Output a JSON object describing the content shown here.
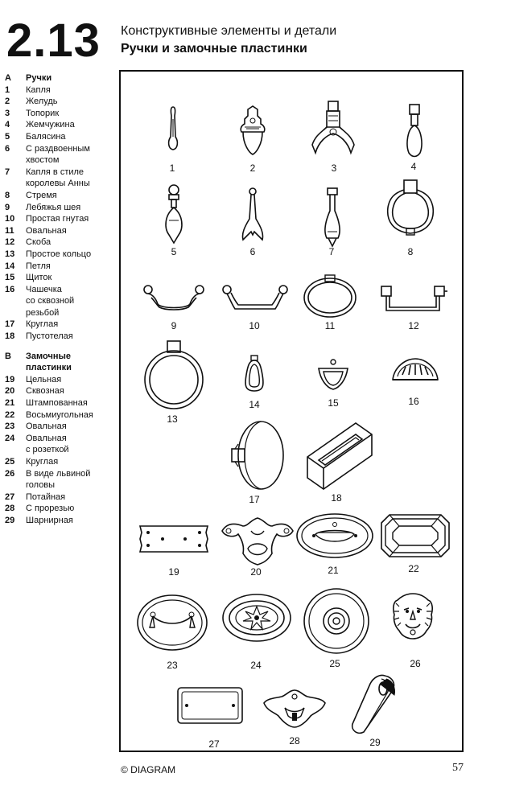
{
  "header": {
    "section_number": "2.13",
    "line1": "Конструктивные элементы и детали",
    "line2": "Ручки и замочные пластинки"
  },
  "legend": {
    "group_a": {
      "letter": "А",
      "title": "Ручки",
      "items": [
        {
          "num": "1",
          "label": "Капля"
        },
        {
          "num": "2",
          "label": "Желудь"
        },
        {
          "num": "3",
          "label": "Топорик"
        },
        {
          "num": "4",
          "label": "Жемчужина"
        },
        {
          "num": "5",
          "label": "Балясина"
        },
        {
          "num": "6",
          "label": "С раздвоенным"
        },
        {
          "num": "",
          "label": "хвостом"
        },
        {
          "num": "7",
          "label": "Капля в стиле"
        },
        {
          "num": "",
          "label": "королевы Анны"
        },
        {
          "num": "8",
          "label": "Стремя"
        },
        {
          "num": "9",
          "label": "Лебяжья шея"
        },
        {
          "num": "10",
          "label": "Простая гнутая"
        },
        {
          "num": "11",
          "label": "Овальная"
        },
        {
          "num": "12",
          "label": "Скоба"
        },
        {
          "num": "13",
          "label": "Простое кольцо"
        },
        {
          "num": "14",
          "label": "Петля"
        },
        {
          "num": "15",
          "label": "Щиток"
        },
        {
          "num": "16",
          "label": "Чашечка"
        },
        {
          "num": "",
          "label": "со сквозной"
        },
        {
          "num": "",
          "label": "резьбой"
        },
        {
          "num": "17",
          "label": "Круглая"
        },
        {
          "num": "18",
          "label": "Пустотелая"
        }
      ]
    },
    "group_b": {
      "letter": "В",
      "title_line1": "Замочные",
      "title_line2": "пластинки",
      "items": [
        {
          "num": "19",
          "label": "Цельная"
        },
        {
          "num": "20",
          "label": "Сквозная"
        },
        {
          "num": "21",
          "label": "Штампованная"
        },
        {
          "num": "22",
          "label": "Восьмиугольная"
        },
        {
          "num": "23",
          "label": "Овальная"
        },
        {
          "num": "24",
          "label": "Овальная"
        },
        {
          "num": "",
          "label": "с розеткой"
        },
        {
          "num": "25",
          "label": "Круглая"
        },
        {
          "num": "26",
          "label": "В виде львиной"
        },
        {
          "num": "",
          "label": "головы"
        },
        {
          "num": "27",
          "label": "Потайная"
        },
        {
          "num": "28",
          "label": "С прорезью"
        },
        {
          "num": "29",
          "label": "Шарнирная"
        }
      ]
    }
  },
  "figures": [
    "1",
    "2",
    "3",
    "4",
    "5",
    "6",
    "7",
    "8",
    "9",
    "10",
    "11",
    "12",
    "13",
    "14",
    "15",
    "16",
    "17",
    "18",
    "19",
    "20",
    "21",
    "22",
    "23",
    "24",
    "25",
    "26",
    "27",
    "28",
    "29"
  ],
  "footer": {
    "copyright": "© DIAGRAM",
    "page_number": "57"
  }
}
